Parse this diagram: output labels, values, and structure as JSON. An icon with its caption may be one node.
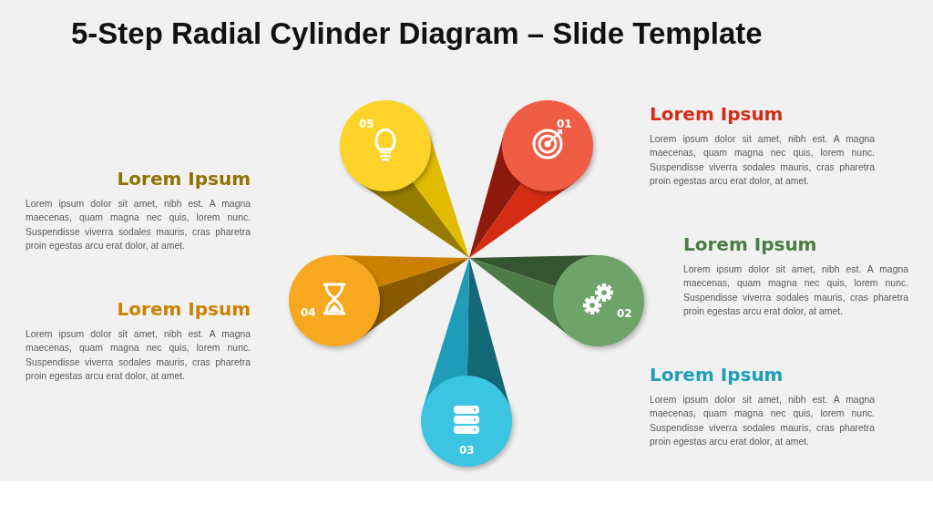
{
  "diagram": {
    "title": "5-Step Radial Cylinder Diagram – Slide Template",
    "nodes": [
      {
        "text": [
          "01"
        ],
        "beside": [
          "Lorem Ipsum",
          "Lorem ipsum dolor sit amet, nibh est. A magna maecenas, quam magna nec quis, lorem nunc. Suspendisse viverra sodales mauris, cras pharetra proin egestas arcu erat dolor, at amet."
        ]
      },
      {
        "text": [
          "02"
        ],
        "beside": [
          "Lorem Ipsum",
          "Lorem ipsum dolor sit amet, nibh est. A magna maecenas, quam magna nec quis, lorem nunc. Suspendisse viverra sodales mauris, cras pharetra proin egestas arcu erat dolor, at amet."
        ]
      },
      {
        "text": [
          "03"
        ],
        "beside": [
          "Lorem Ipsum",
          "Lorem ipsum dolor sit amet, nibh est. A magna maecenas, quam magna nec quis, lorem nunc. Suspendisse viverra sodales mauris, cras pharetra proin egestas arcu erat dolor, at amet."
        ]
      },
      {
        "text": [
          "04"
        ],
        "beside": [
          "Lorem Ipsum",
          "Lorem ipsum dolor sit amet, nibh est. A magna maecenas, quam magna nec quis, lorem nunc. Suspendisse viverra sodales mauris, cras pharetra proin egestas arcu erat dolor, at amet."
        ]
      },
      {
        "text": [
          "05"
        ],
        "beside": [
          "Lorem Ipsum",
          "Lorem ipsum dolor sit amet, nibh est. A magna maecenas, quam magna nec quis, lorem nunc. Suspendisse viverra sodales mauris, cras pharetra proin egestas arcu erat dolor, at amet."
        ]
      }
    ]
  }
}
